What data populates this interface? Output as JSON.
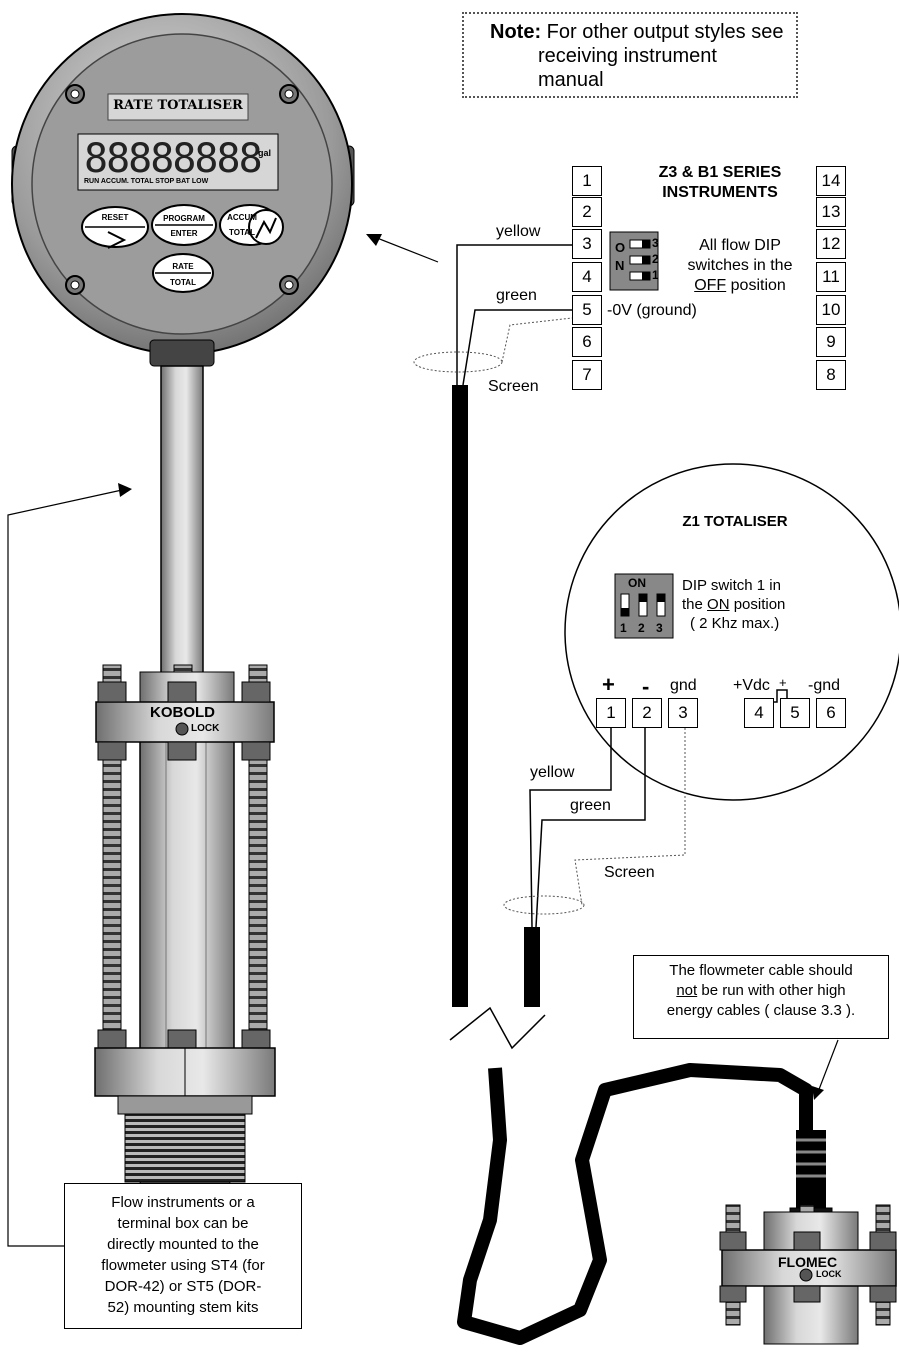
{
  "note": {
    "bold": "Note:",
    "line1": " For other output styles see",
    "line2": "receiving instrument manual"
  },
  "display": {
    "header": "RATE  TOTALISER",
    "digits": "88888888",
    "unit": "gal",
    "indicators": "RUN  ACCUM. TOTAL  STOP  BAT LOW",
    "buttons": {
      "reset": "RESET",
      "program": "PROGRAM",
      "enter": "ENTER",
      "accum": "ACCUM",
      "accum_total": "TOTAL",
      "rate": "RATE",
      "rate_total": "TOTAL"
    }
  },
  "z3": {
    "title1": "Z3 & B1 SERIES",
    "title2": "INSTRUMENTS",
    "left_terminals": [
      "1",
      "2",
      "3",
      "4",
      "5",
      "6",
      "7"
    ],
    "right_terminals": [
      "14",
      "13",
      "12",
      "11",
      "10",
      "9",
      "8"
    ],
    "dip_on": "O",
    "dip_n": "N",
    "dip_numbers": [
      "3",
      "2",
      "1"
    ],
    "dip_note1": "All flow DIP",
    "dip_note2": "switches in the",
    "dip_note3_u": "OFF",
    "dip_note3": " position",
    "ground": "-0V (ground)",
    "wire_yellow": "yellow",
    "wire_green": "green",
    "screen": "Screen"
  },
  "z1": {
    "title": "Z1 TOTALISER",
    "dip_on": "ON",
    "dip_numbers": [
      "1",
      "2",
      "3"
    ],
    "note1": "DIP switch 1 in",
    "note2a": "the ",
    "note2u": "ON",
    "note2b": " position",
    "note3": "( 2 Khz max.)",
    "terminals": [
      "1",
      "2",
      "3",
      "4",
      "5",
      "6"
    ],
    "label_plus": "+",
    "label_minus": "-",
    "label_gnd": "gnd",
    "label_vdc": "+Vdc",
    "label_pulse_plus": "+",
    "label_ngnd": "-gnd",
    "wire_yellow": "yellow",
    "wire_green": "green",
    "screen": "Screen"
  },
  "flowmeter": {
    "brand": "KOBOLD",
    "lock": "LOCK"
  },
  "flowmeter2": {
    "brand": "FLOMEC",
    "lock": "LOCK"
  },
  "callout_cable": {
    "l1": "The flowmeter cable should",
    "l2u": "not",
    "l2": " be run with other high",
    "l3": "energy cables ( clause 3.3 )."
  },
  "callout_mount": {
    "l1": "Flow instruments or a",
    "l2": "terminal box can be",
    "l3": "directly mounted to the",
    "l4": "flowmeter using ST4 (for",
    "l5": "DOR-42) or ST5 (DOR-",
    "l6": "52) mounting stem kits"
  }
}
